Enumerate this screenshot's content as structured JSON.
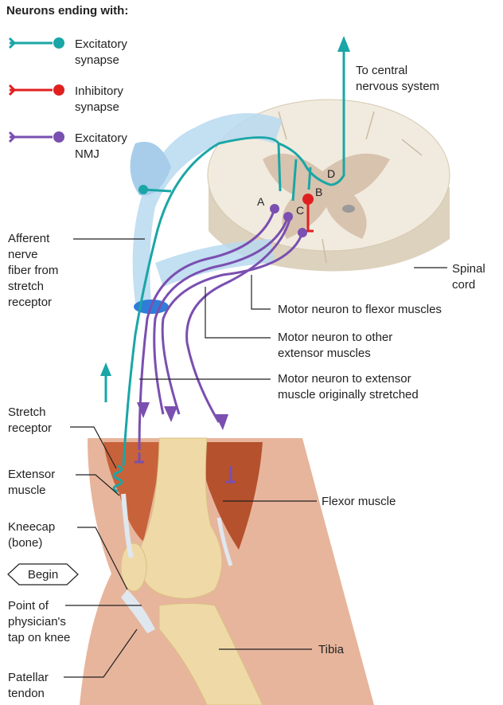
{
  "legend": {
    "title": "Neurons ending with:",
    "items": [
      {
        "line1": "Excitatory",
        "line2": "synapse",
        "color": "#1aa6a6"
      },
      {
        "line1": "Inhibitory",
        "line2": "synapse",
        "color": "#e02020"
      },
      {
        "line1": "Excitatory",
        "line2": "NMJ",
        "color": "#7a4fb0"
      }
    ]
  },
  "labels": {
    "cns_1": "To central",
    "cns_2": "nervous system",
    "afferent_1": "Afferent",
    "afferent_2": "nerve",
    "afferent_3": "fiber from",
    "afferent_4": "stretch",
    "afferent_5": "receptor",
    "spinal_1": "Spinal",
    "spinal_2": "cord",
    "flexor_motor": "Motor neuron to flexor muscles",
    "other_ext_1": "Motor neuron to other",
    "other_ext_2": "extensor muscles",
    "orig_ext_1": "Motor neuron to extensor",
    "orig_ext_2": "muscle originally stretched",
    "stretch_rec_1": "Stretch",
    "stretch_rec_2": "receptor",
    "ext_muscle_1": "Extensor",
    "ext_muscle_2": "muscle",
    "flexor_muscle": "Flexor muscle",
    "kneecap_1": "Kneecap",
    "kneecap_2": "(bone)",
    "begin": "Begin",
    "tap_1": "Point of",
    "tap_2": "physician's",
    "tap_3": "tap on knee",
    "tibia": "Tibia",
    "patellar_1": "Patellar",
    "patellar_2": "tendon",
    "neuron_a": "A",
    "neuron_b": "B",
    "neuron_c": "C",
    "neuron_d": "D"
  },
  "colors": {
    "excitatory": "#1aa6a6",
    "inhibitory": "#e02020",
    "nmj": "#7a4fb0",
    "nerve_sheath": "#b9d9f0",
    "spinal_cord": "#f1ebdf",
    "gray_matter": "#d8c3ae",
    "muscle": "#c8623a",
    "bone": "#efd9a6",
    "skin": "#e7b59c"
  }
}
